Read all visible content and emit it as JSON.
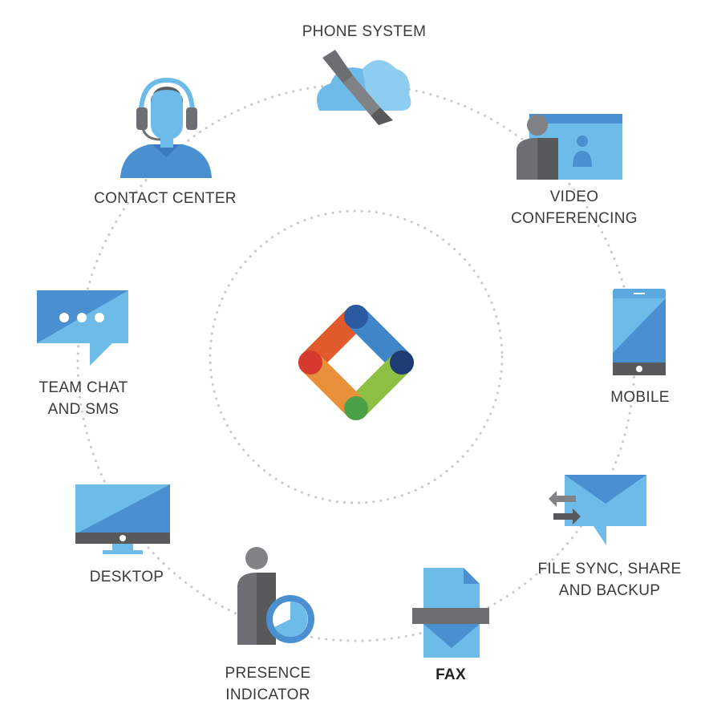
{
  "diagram": {
    "nodes": {
      "phone_system": {
        "label": "PHONE SYSTEM",
        "icon": "phone-cloud-icon"
      },
      "video_conferencing": {
        "lines": [
          "VIDEO",
          "CONFERENCING"
        ],
        "icon": "video-conference-icon"
      },
      "mobile": {
        "label": "MOBILE",
        "icon": "mobile-phone-icon"
      },
      "file_sync": {
        "lines": [
          "FILE SYNC, SHARE",
          "AND BACKUP"
        ],
        "icon": "file-sync-envelope-icon"
      },
      "fax": {
        "label": "FAX",
        "icon": "fax-icon"
      },
      "presence": {
        "lines": [
          "PRESENCE",
          "INDICATOR"
        ],
        "icon": "presence-indicator-icon"
      },
      "desktop": {
        "label": "DESKTOP",
        "icon": "desktop-monitor-icon"
      },
      "team_chat": {
        "lines": [
          "TEAM CHAT",
          "AND SMS"
        ],
        "icon": "chat-bubble-icon"
      },
      "contact_center": {
        "label": "CONTACT CENTER",
        "icon": "headset-agent-icon"
      }
    },
    "center_logo": "diamond-logo-icon"
  },
  "colors": {
    "light_blue": "#6dbbe9",
    "mid_blue": "#4a90d0",
    "gray": "#6d6e71",
    "dark_gray": "#58595b",
    "dotted": "#c4c4c4",
    "logo_red": "#d63a2f",
    "logo_orange": "#e97a2e",
    "logo_blue": "#3a7cc1",
    "logo_navy": "#1f3b73",
    "logo_green": "#8ec63f"
  }
}
